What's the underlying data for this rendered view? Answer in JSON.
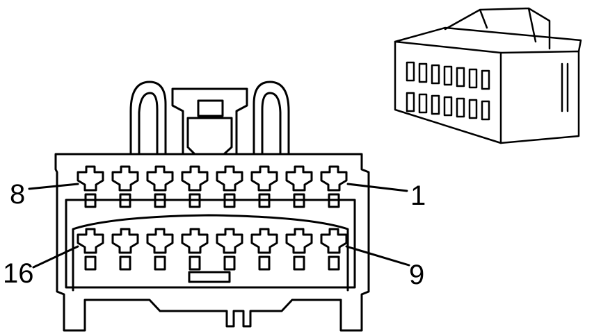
{
  "connector": {
    "pin_labels": {
      "top_left": "8",
      "top_right": "1",
      "bottom_left": "16",
      "bottom_right": "9"
    },
    "rows": 2,
    "pins_per_row": 8
  },
  "colors": {
    "line": "#000000",
    "background": "#ffffff"
  }
}
